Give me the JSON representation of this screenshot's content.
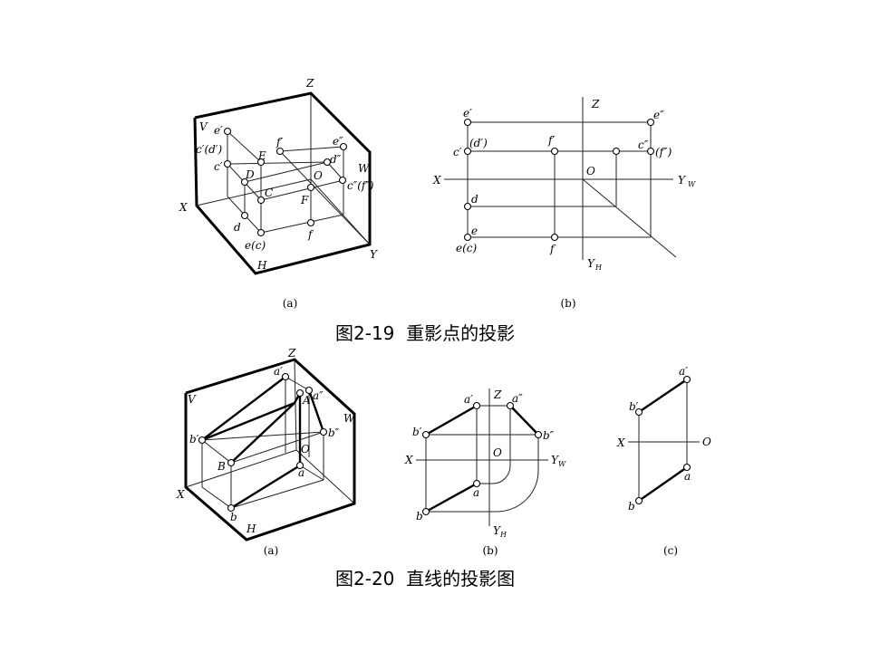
{
  "figure_2_19": {
    "a": {
      "caption": "(a)",
      "labels": [
        "Z",
        "V",
        "e′",
        "c′(d′)",
        "c′",
        "D",
        "E",
        "f′",
        "e″",
        "d″",
        "W",
        "O",
        "c″(f″)",
        "C",
        "F",
        "X",
        "d",
        "f",
        "e(c)",
        "H",
        "Y"
      ]
    },
    "b": {
      "caption": "(b)",
      "labels": [
        "Z",
        "e′",
        "e″",
        "c′",
        "(d′)",
        "f′",
        "c″",
        "(f″)",
        "X",
        "O",
        "Y",
        "W",
        "d",
        "e",
        "e(c)",
        "f",
        "Y",
        "H"
      ]
    },
    "title": "图2-19  重影点的投影"
  },
  "figure_2_20": {
    "a": {
      "caption": "(a)",
      "labels": [
        "Z",
        "a′",
        "V",
        "A",
        "a″",
        "W",
        "b′",
        "b″",
        "O",
        "B",
        "a",
        "X",
        "b",
        "H"
      ]
    },
    "b": {
      "caption": "(b)",
      "labels": [
        "a′",
        "Z",
        "a″",
        "b′",
        "b″",
        "X",
        "O",
        "Y",
        "W",
        "a",
        "b",
        "Y",
        "H"
      ]
    },
    "c": {
      "caption": "(c)",
      "labels": [
        "a′",
        "b′",
        "X",
        "O",
        "a",
        "b"
      ]
    },
    "title": "图2-20  直线的投影图"
  }
}
